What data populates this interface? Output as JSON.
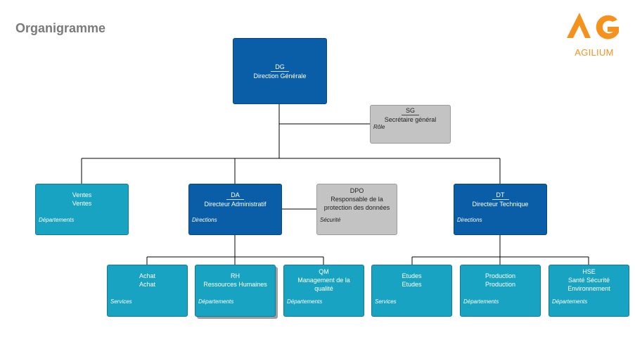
{
  "title": "Organigramme",
  "logo": {
    "text": "AGILIUM",
    "mark": "AG",
    "color": "#f5921e"
  },
  "colors": {
    "dark": "#0a5ea8",
    "teal": "#19a3c2",
    "grey": "#c3c3c3"
  },
  "nodes": {
    "dg": {
      "code": "DG",
      "name": "Direction Générale",
      "type": ""
    },
    "sg": {
      "code": "SG",
      "name": "Secrétaire général",
      "type": "Rôle"
    },
    "ventes": {
      "code": "Ventes",
      "name": "Ventes",
      "type": "Départements"
    },
    "da": {
      "code": "DA",
      "name": "Directeur Administratif",
      "type": "Directions"
    },
    "dpo": {
      "code": "DPO",
      "name": "Responsable de la protection des données",
      "type": "Sécurité"
    },
    "dt": {
      "code": "DT",
      "name": "Directeur Technique",
      "type": "Directions"
    },
    "achat": {
      "code": "Achat",
      "name": "Achat",
      "type": "Services"
    },
    "rh": {
      "code": "RH",
      "name": "Ressources Humaines",
      "type": "Départements"
    },
    "qm": {
      "code": "QM",
      "name": "Management de la qualité",
      "type": "Départements"
    },
    "etudes": {
      "code": "Etudes",
      "name": "Etudes",
      "type": "Services"
    },
    "production": {
      "code": "Production",
      "name": "Production",
      "type": "Départements"
    },
    "hse": {
      "code": "HSE",
      "name": "Santé Sécurité Environnement",
      "type": "Départements"
    }
  }
}
